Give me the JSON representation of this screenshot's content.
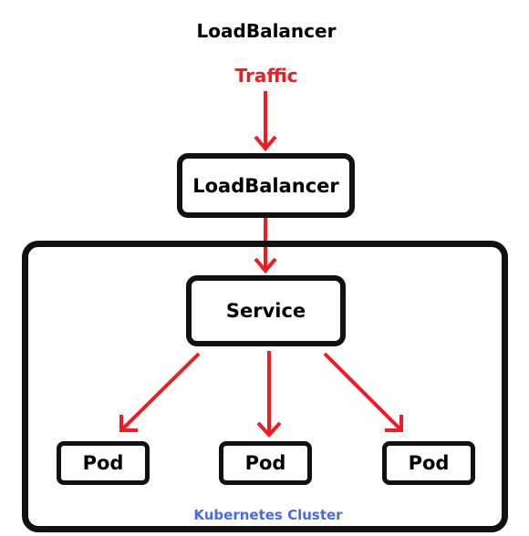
{
  "title": "LoadBalancer",
  "traffic_label": "Traffic",
  "nodes": {
    "loadbalancer": "LoadBalancer",
    "service": "Service",
    "pods": [
      "Pod",
      "Pod",
      "Pod"
    ]
  },
  "cluster_label": "Kubernetes Cluster",
  "colors": {
    "arrow": "#ee1c24",
    "traffic": "#ee1c24",
    "cluster_label": "#4a6be0",
    "border": "#111111"
  }
}
